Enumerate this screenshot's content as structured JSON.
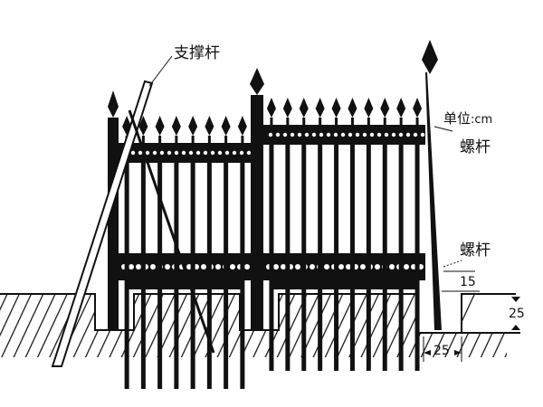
{
  "labels": {
    "brace": "支撑杆",
    "unit": "单位",
    "unit_value": ":cm",
    "bolt_top": "螺杆",
    "bolt_bottom": "螺杆"
  },
  "dimensions": {
    "gap_above_ground": "15",
    "depth": "25",
    "width": "25"
  },
  "colors": {
    "ink": "#111111",
    "paper": "#ffffff"
  }
}
